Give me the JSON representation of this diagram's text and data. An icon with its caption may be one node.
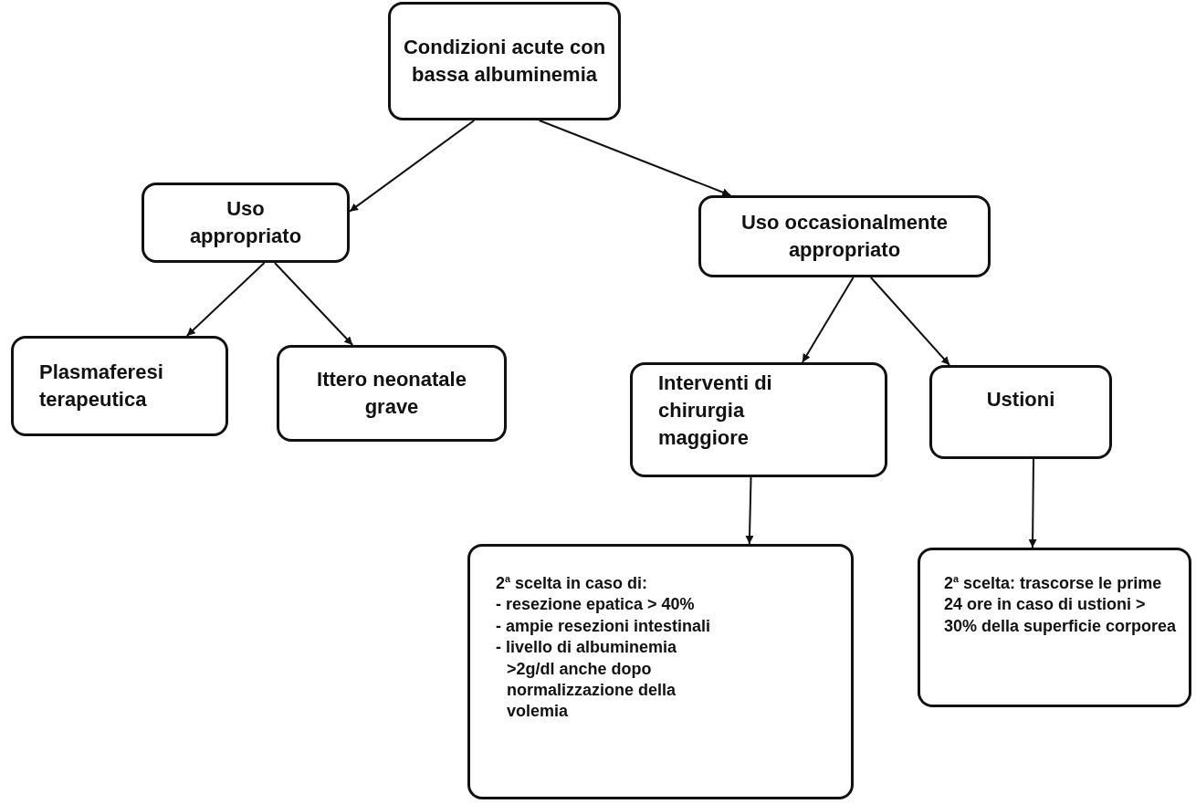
{
  "diagram": {
    "nodes": [
      {
        "text": [
          "Condizioni acute con bassa albuminemia"
        ]
      },
      {
        "text": [
          "Uso appropriato"
        ]
      },
      {
        "text": [
          "Uso occasionalmente appropriato"
        ]
      },
      {
        "text": [
          "Plasmaferesi terapeutica"
        ]
      },
      {
        "text": [
          "Ittero neonatale grave"
        ]
      },
      {
        "text": [
          "Interventi di chirurgia maggiore"
        ]
      },
      {
        "text": [
          "Ustioni"
        ]
      },
      {
        "text": [
          "2$^{a}$ scelta in caso di:",
          "- resezione epatica > 40%",
          "- ampie resezioni intestinali",
          "- livello di albuminemia >2g/dl anche dopo normalizzazione della volemia"
        ]
      },
      {
        "text": [
          "2$^{a}$ scelta: trascorse le prime 24 ore in caso di ustioni > 30% della superficie corporea"
        ]
      }
    ],
    "edges": [
      {
        "from": 0,
        "to": 1,
        "arrow": "to"
      },
      {
        "from": 0,
        "to": 2,
        "arrow": "to"
      },
      {
        "from": 1,
        "to": 3,
        "arrow": "to"
      },
      {
        "from": 1,
        "to": 4,
        "arrow": "to"
      },
      {
        "from": 2,
        "to": 5,
        "arrow": "to"
      },
      {
        "from": 2,
        "to": 6,
        "arrow": "to"
      },
      {
        "from": 5,
        "to": 7,
        "arrow": "to"
      },
      {
        "from": 6,
        "to": 8,
        "arrow": "to"
      }
    ]
  }
}
